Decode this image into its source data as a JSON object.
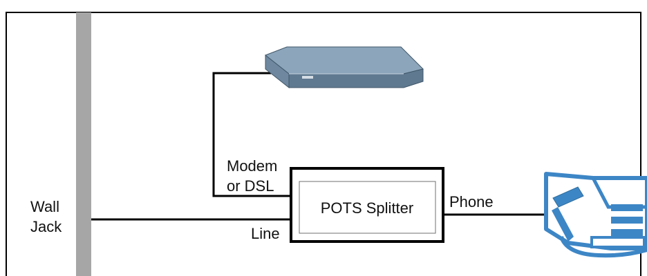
{
  "diagram": {
    "wall_jack_label_line1": "Wall",
    "wall_jack_label_line2": "Jack",
    "modem_label_line1": "Modem",
    "modem_label_line2": "or DSL",
    "splitter_label": "POTS Splitter",
    "line_label": "Line",
    "phone_label": "Phone"
  },
  "colors": {
    "wall": "#a6a6a6",
    "frame": "#000000",
    "modem_top": "#8ba3b8",
    "modem_front": "#5f7990",
    "phone_blue": "#3d86c6"
  },
  "icons": {
    "modem": "dsl-modem-icon",
    "phone": "telephone-icon"
  }
}
